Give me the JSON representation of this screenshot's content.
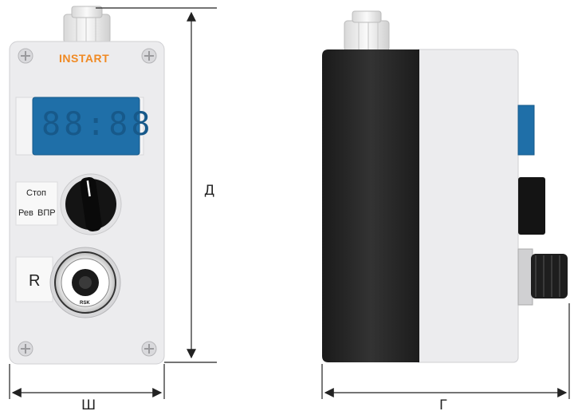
{
  "brand": "INSTART",
  "display": {
    "digits": "88:88",
    "color": "#1f6fa8"
  },
  "knob": {
    "label_stop": "Стоп",
    "label_rev": "Рев",
    "label_fwd": "ВПР"
  },
  "potentiometer": {
    "label": "R",
    "dial_mark": "RSK"
  },
  "dimensions": {
    "width": "Ш",
    "height": "Д",
    "depth": "Г"
  },
  "colors": {
    "housing": "#ececee",
    "side_dark": "#262626",
    "accent": "#f08a24",
    "display": "#1f6fa8"
  }
}
